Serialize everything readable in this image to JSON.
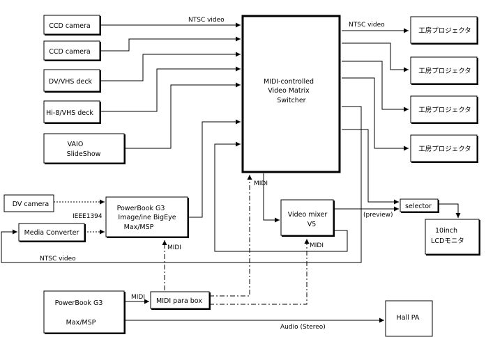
{
  "nodes": {
    "ccd_camera_1": "CCD camera",
    "ccd_camera_2": "CCD camera",
    "dv_vhs_deck": "DV/VHS deck",
    "hi8_vhs_deck": "Hi-8/VHS deck",
    "vaio": [
      "VAIO",
      "SlideShow"
    ],
    "switcher": [
      "MIDI-controlled",
      "Video Matrix",
      "Switcher"
    ],
    "projector_1": "工房プロジェクタ",
    "projector_2": "工房プロジェクタ",
    "projector_3": "工房プロジェクタ",
    "projector_4": "工房プロジェクタ",
    "dv_camera": "DV camera",
    "media_converter": "Media Converter",
    "powerbook_bigeye": [
      "PowerBook G3",
      "Image/ine BigEye",
      "Max/MSP"
    ],
    "video_mixer": [
      "Video mixer",
      "V5"
    ],
    "selector": "selector",
    "lcd_monitor": [
      "10inch",
      "LCDモニタ"
    ],
    "powerbook_max": [
      "PowerBook G3",
      "Max/MSP"
    ],
    "midi_para_box": "MIDI para box",
    "hall_pa": "Hall PA"
  },
  "labels": {
    "ntsc_video_in": "NTSC video",
    "ntsc_video_out": "NTSC video",
    "ieee1394": "IEEE1394",
    "midi_switcher": "MIDI",
    "midi_mixer": "MIDI",
    "midi_powerbook": "MIDI",
    "midi_parabox": "MIDI",
    "preview": "(preview)",
    "ntsc_video_bottom": "NTSC video",
    "audio_stereo": "Audio (Stereo)"
  }
}
